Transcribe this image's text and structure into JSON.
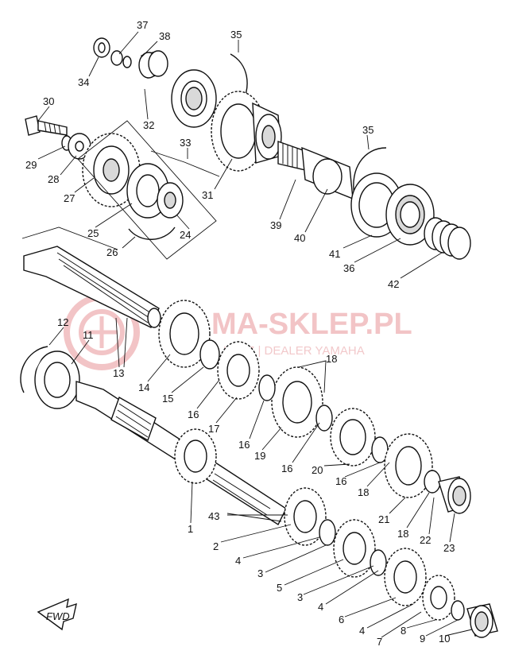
{
  "watermark": {
    "main": "MA-SKLEP.PL",
    "sub": "WICZ | DEALER YAMAHA",
    "color": "#e8a0a4"
  },
  "fwd_label": "FWD",
  "callouts": [
    {
      "id": "c37",
      "text": "37"
    },
    {
      "id": "c38",
      "text": "38"
    },
    {
      "id": "c35a",
      "text": "35"
    },
    {
      "id": "c34",
      "text": "34"
    },
    {
      "id": "c30",
      "text": "30"
    },
    {
      "id": "c32",
      "text": "32"
    },
    {
      "id": "c33",
      "text": "33"
    },
    {
      "id": "c35b",
      "text": "35"
    },
    {
      "id": "c29",
      "text": "29"
    },
    {
      "id": "c28",
      "text": "28"
    },
    {
      "id": "c27",
      "text": "27"
    },
    {
      "id": "c31",
      "text": "31"
    },
    {
      "id": "c25",
      "text": "25"
    },
    {
      "id": "c24",
      "text": "24"
    },
    {
      "id": "c39",
      "text": "39"
    },
    {
      "id": "c40",
      "text": "40"
    },
    {
      "id": "c26",
      "text": "26"
    },
    {
      "id": "c41",
      "text": "41"
    },
    {
      "id": "c36",
      "text": "36"
    },
    {
      "id": "c42",
      "text": "42"
    },
    {
      "id": "c12",
      "text": "12"
    },
    {
      "id": "c11",
      "text": "11"
    },
    {
      "id": "c13",
      "text": "13"
    },
    {
      "id": "c18a",
      "text": "18"
    },
    {
      "id": "c14",
      "text": "14"
    },
    {
      "id": "c15",
      "text": "15"
    },
    {
      "id": "c16a",
      "text": "16"
    },
    {
      "id": "c17",
      "text": "17"
    },
    {
      "id": "c16b",
      "text": "16"
    },
    {
      "id": "c19",
      "text": "19"
    },
    {
      "id": "c16c",
      "text": "16"
    },
    {
      "id": "c20",
      "text": "20"
    },
    {
      "id": "c16d",
      "text": "16"
    },
    {
      "id": "c18b",
      "text": "18"
    },
    {
      "id": "c21",
      "text": "21"
    },
    {
      "id": "c18c",
      "text": "18"
    },
    {
      "id": "c22",
      "text": "22"
    },
    {
      "id": "c23",
      "text": "23"
    },
    {
      "id": "c1",
      "text": "1"
    },
    {
      "id": "c43",
      "text": "43"
    },
    {
      "id": "c2",
      "text": "2"
    },
    {
      "id": "c4a",
      "text": "4"
    },
    {
      "id": "c3a",
      "text": "3"
    },
    {
      "id": "c5",
      "text": "5"
    },
    {
      "id": "c3b",
      "text": "3"
    },
    {
      "id": "c4b",
      "text": "4"
    },
    {
      "id": "c6",
      "text": "6"
    },
    {
      "id": "c4c",
      "text": "4"
    },
    {
      "id": "c7",
      "text": "7"
    },
    {
      "id": "c8",
      "text": "8"
    },
    {
      "id": "c9",
      "text": "9"
    },
    {
      "id": "c10",
      "text": "10"
    }
  ]
}
